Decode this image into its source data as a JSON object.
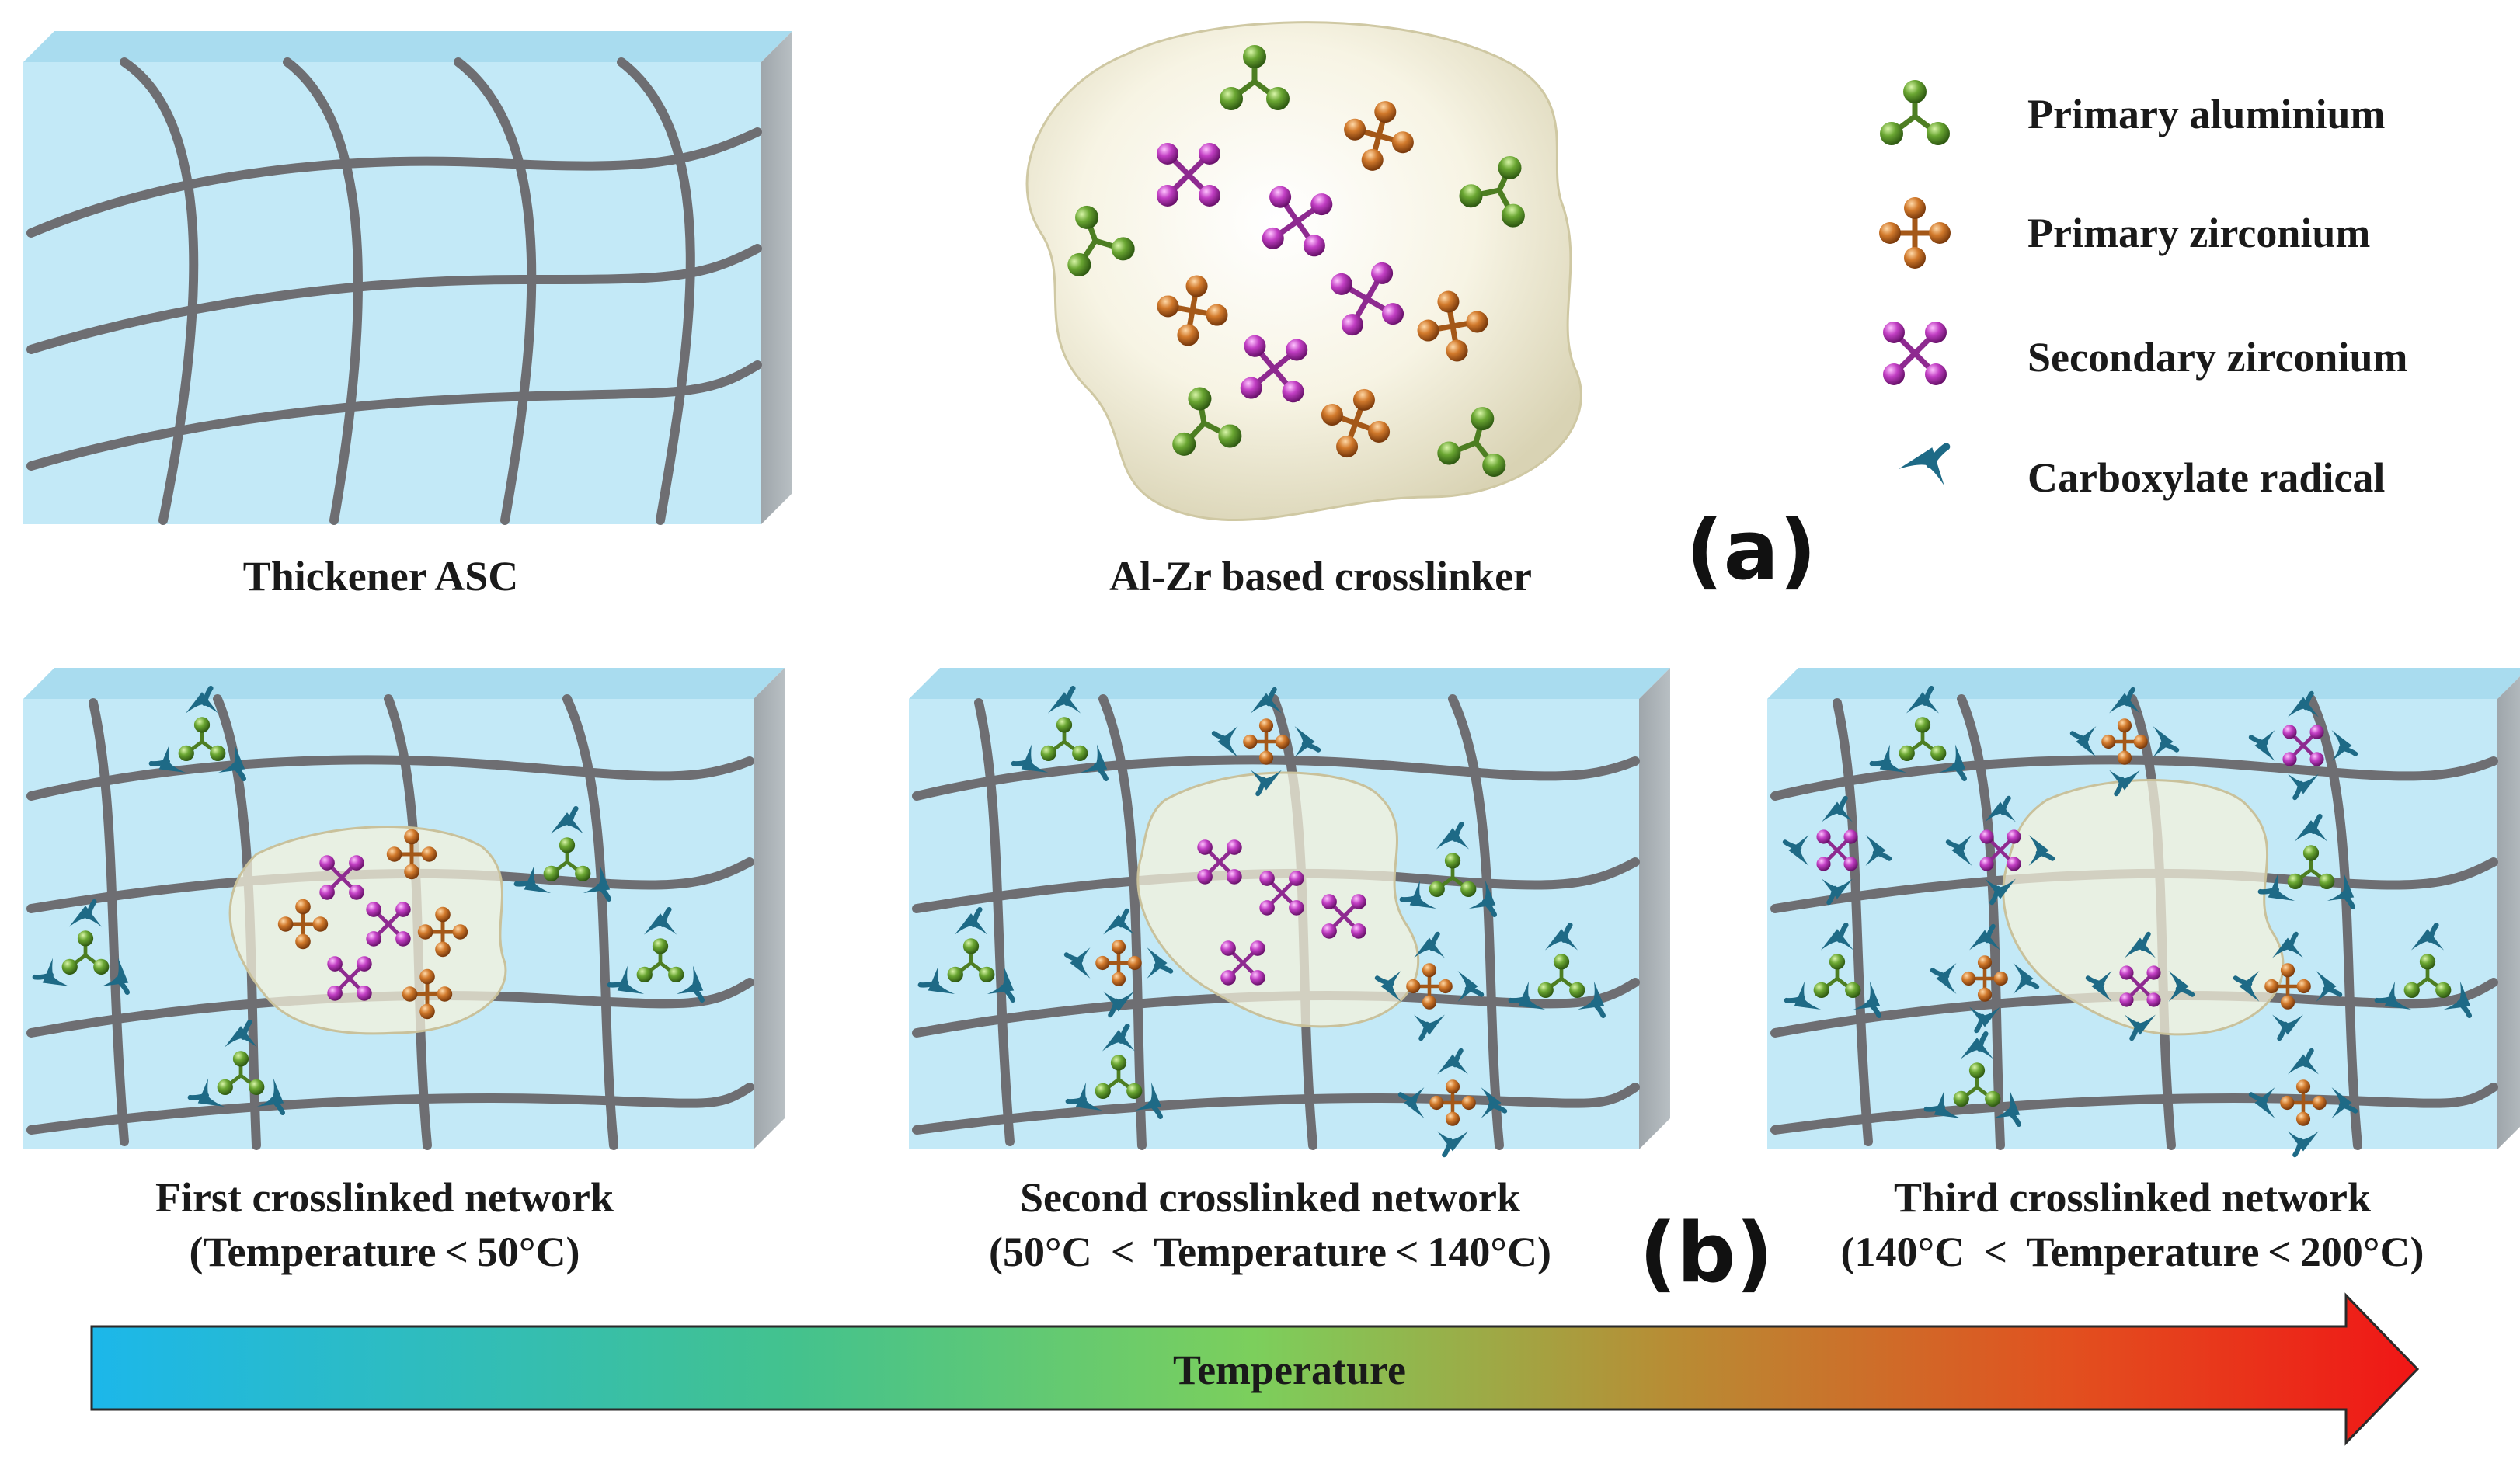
{
  "labels": {
    "thickener": "Thickener ASC",
    "crosslinker": "Al-Zr based crosslinker",
    "panel_a": "(a)",
    "panel_b": "(b)",
    "first_network": "First crosslinked network",
    "first_condition": "(Temperature < 50°C)",
    "second_network": "Second crosslinked network",
    "second_condition": "(50°C  <  Temperature < 140°C)",
    "third_network": "Third crosslinked network",
    "third_condition": "(140°C  <  Temperature < 200°C)",
    "temperature_arrow": "Temperature"
  },
  "legend": [
    {
      "icon": "primary-aluminium-icon",
      "label": "Primary aluminium"
    },
    {
      "icon": "primary-zirconium-icon",
      "label": "Primary zirconium"
    },
    {
      "icon": "secondary-zirconium-icon",
      "label": "Secondary zirconium"
    },
    {
      "icon": "carboxylate-radical-icon",
      "label": "Carboxylate radical"
    }
  ],
  "colors": {
    "aluminium": "#6aa632",
    "primary_zirconium": "#d27a2c",
    "secondary_zirconium": "#c23fc4",
    "carboxylate": "#1e6a86",
    "gel_block": "#c3e9f7",
    "polymer_chain": "#6e6e72",
    "arrow_start": "#1cb7ea",
    "arrow_mid": "#7ccf5c",
    "arrow_end": "#f01616"
  }
}
